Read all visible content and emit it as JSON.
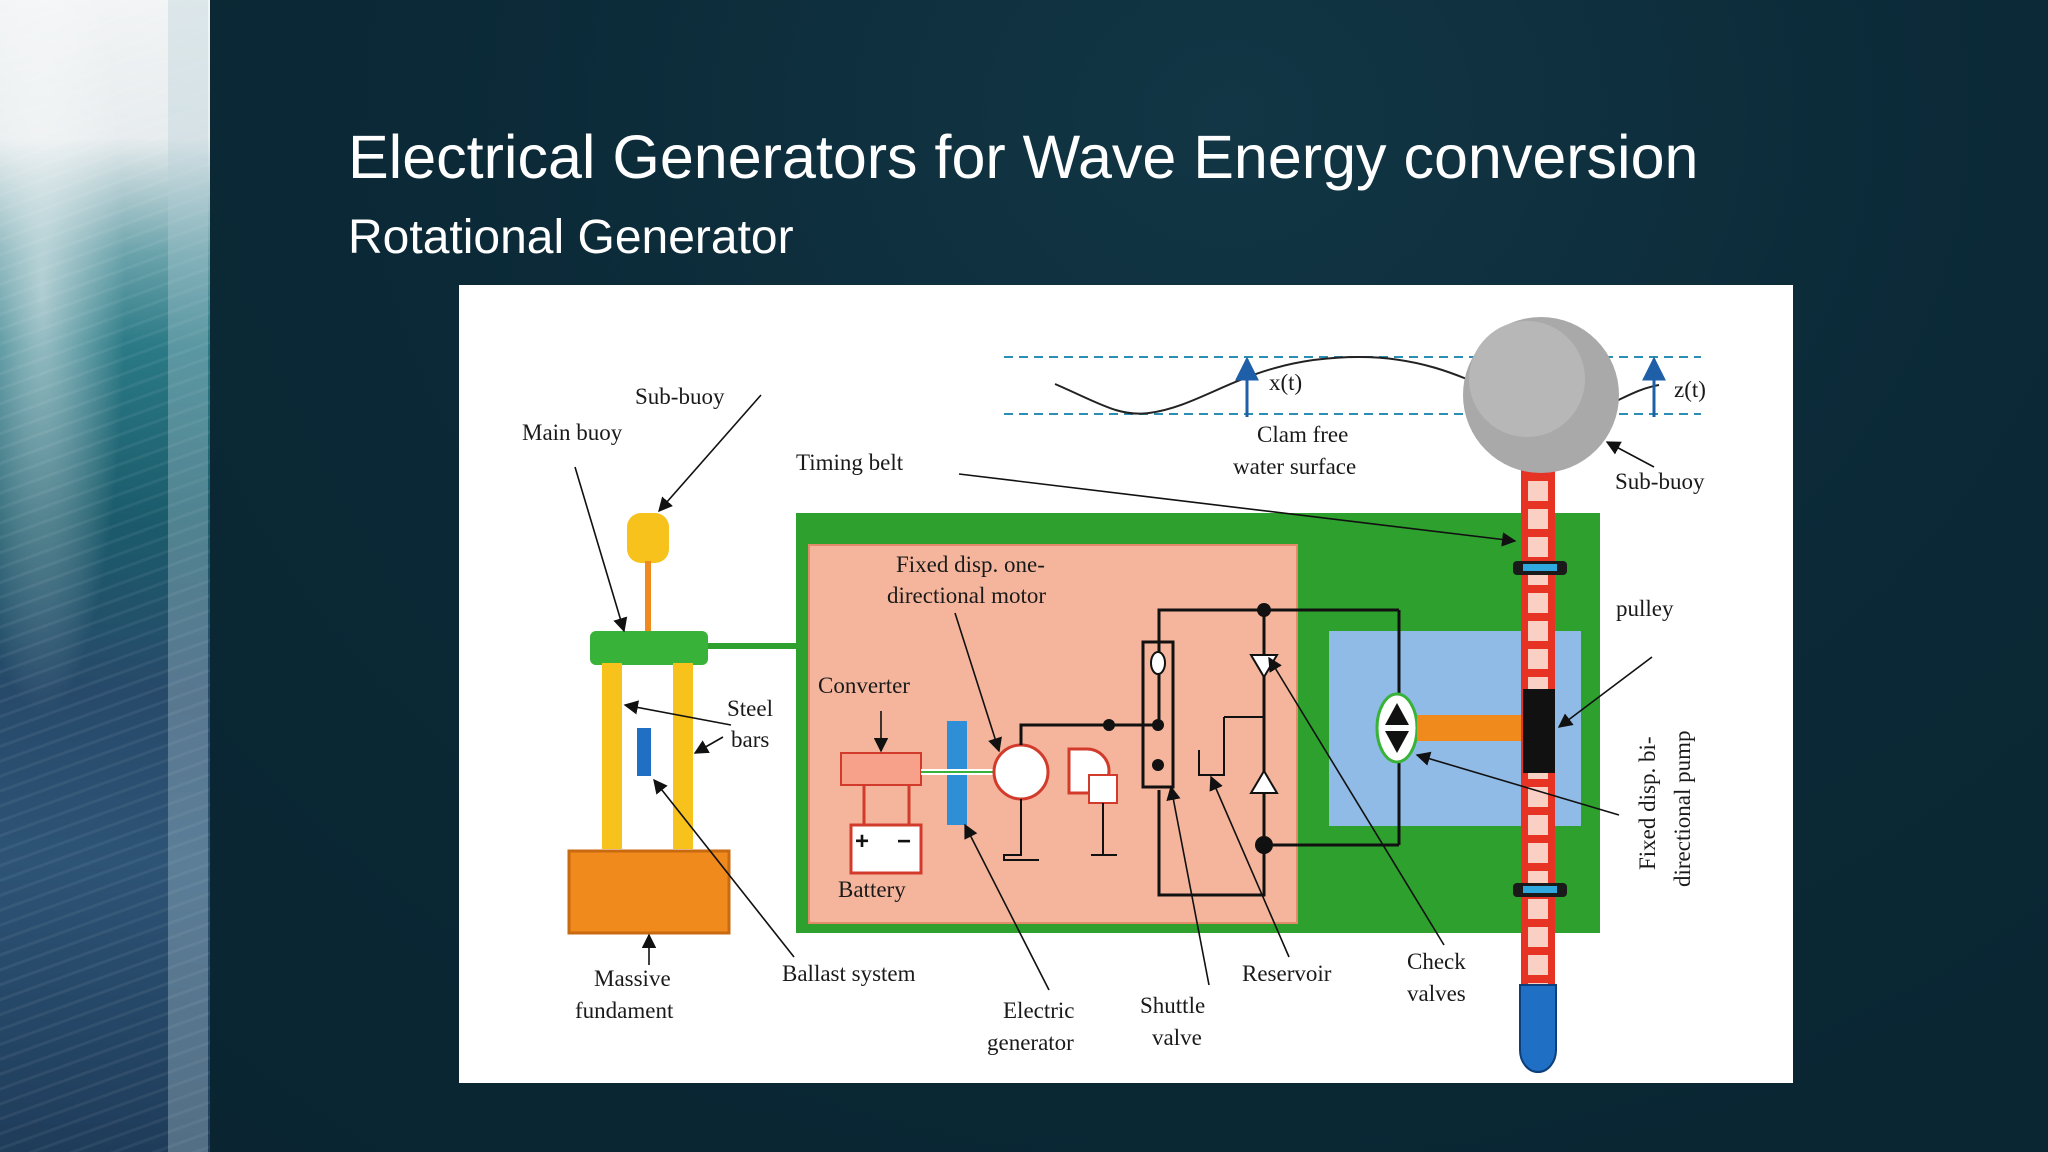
{
  "slide": {
    "title": "Electrical Generators for Wave Energy conversion",
    "subtitle": "Rotational Generator"
  },
  "diagram": {
    "labels": {
      "sub_buoy_left": "Sub-buoy",
      "main_buoy": "Main buoy",
      "timing_belt": "Timing belt",
      "x_t": "x(t)",
      "z_t": "z(t)",
      "calm_water_1": "Clam free",
      "calm_water_2": "water surface",
      "sub_buoy_right": "Sub-buoy",
      "pulley": "pulley",
      "motor_1": "Fixed disp. one-",
      "motor_2": "directional motor",
      "converter": "Converter",
      "steel_1": "Steel",
      "steel_2": "bars",
      "battery": "Battery",
      "massive_1": "Massive",
      "massive_2": "fundament",
      "ballast": "Ballast system",
      "electric_1": "Electric",
      "electric_2": "generator",
      "shuttle_1": "Shuttle",
      "shuttle_2": "valve",
      "reservoir": "Reservoir",
      "check_1": "Check",
      "check_2": "valves",
      "pump_1": "Fixed disp. bi-",
      "pump_2": "directional pump"
    },
    "colors": {
      "water_line": "#2a8fb3",
      "green_box": "#2ea02e",
      "pink_box": "#f5b59c",
      "blue_box": "#8fbbe6",
      "yellow_bar": "#f7c21b",
      "orange": "#f08a1c",
      "red_pole": "#e63324",
      "buoy_gray": "#a9a9a9"
    }
  }
}
